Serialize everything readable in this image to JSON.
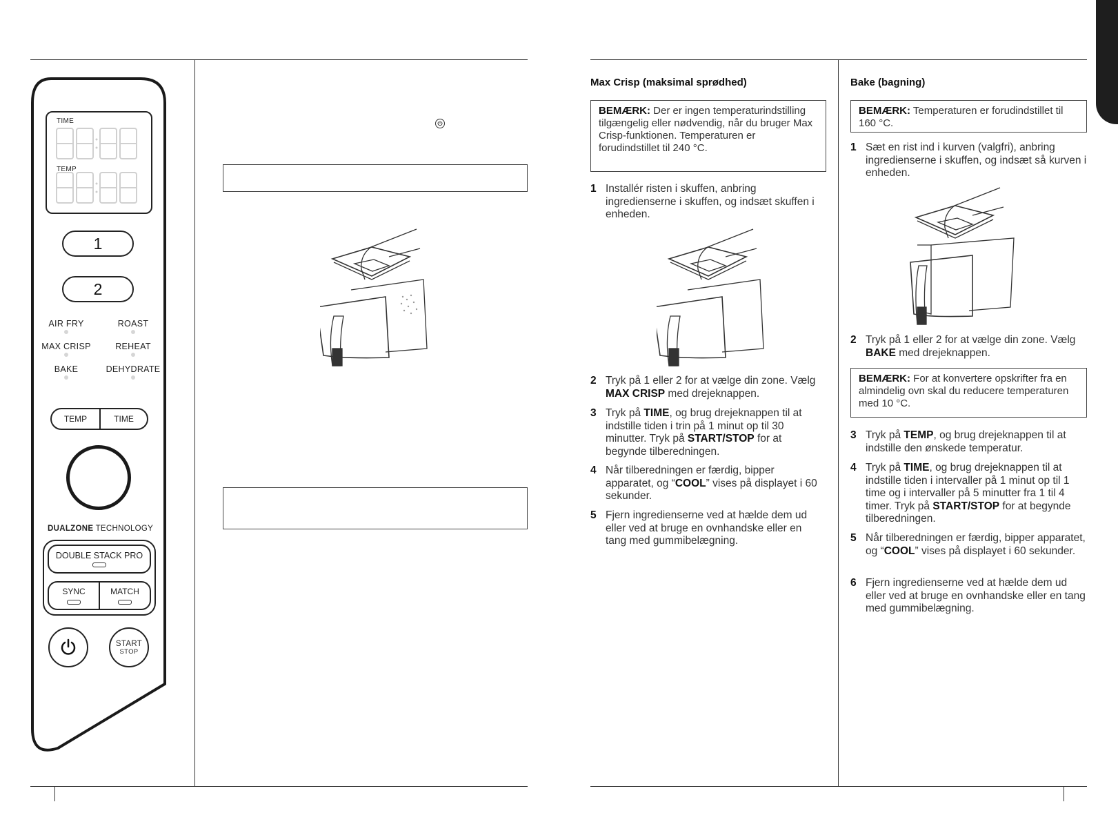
{
  "panel": {
    "display_time_label": "TIME",
    "display_temp_label": "TEMP",
    "zone_1": "1",
    "zone_2": "2",
    "functions": [
      "AIR FRY",
      "ROAST",
      "MAX CRISP",
      "REHEAT",
      "BAKE",
      "DEHYDRATE"
    ],
    "temp_button": "TEMP",
    "time_button": "TIME",
    "dualzone_label": "DUALZONE",
    "technology_label": "TECHNOLOGY",
    "double_stack_label": "DOUBLE STACK PRO",
    "sync_label": "SYNC",
    "match_label": "MATCH",
    "start_label": "START",
    "stop_label": "STOP"
  },
  "max_crisp": {
    "heading": "Max Crisp (maksimal sprødhed)",
    "note_label": "BEMÆRK:",
    "note_text": " Der er ingen temperaturindstilling tilgængelig eller nødvendig, når du bruger Max Crisp-funktionen. Temperaturen er forudindstillet til 240 °C.",
    "steps": [
      {
        "num": "1",
        "parts": [
          "Installér risten i skuffen, anbring ingredienserne i skuffen, og indsæt skuffen i enheden."
        ]
      },
      {
        "num": "2",
        "parts": [
          "Tryk på 1 eller 2 for at vælge din zone. Vælg ",
          "MAX CRISP",
          " med drejeknappen."
        ]
      },
      {
        "num": "3",
        "parts": [
          "Tryk på ",
          "TIME",
          ", og brug drejeknappen til at indstille tiden i trin på 1 minut op til 30 minutter. Tryk på ",
          "START/STOP",
          " for at begynde tilberedningen."
        ]
      },
      {
        "num": "4",
        "parts": [
          "Når tilberedningen er færdig, bipper apparatet, og “",
          "COOL",
          "” vises på displayet i 60 sekunder."
        ]
      },
      {
        "num": "5",
        "parts": [
          "Fjern ingredienserne ved at hælde dem ud eller ved at bruge en ovnhandske eller en tang med gummibelægning."
        ]
      }
    ]
  },
  "bake": {
    "heading": "Bake (bagning)",
    "note1_label": "BEMÆRK:",
    "note1_text": " Temperaturen er forudindstillet til 160 °C.",
    "note2_label": "BEMÆRK:",
    "note2_text": " For at konvertere opskrifter fra en almindelig ovn skal du reducere temperaturen med 10 °C.",
    "steps": [
      {
        "num": "1",
        "parts": [
          "Sæt en rist ind i kurven (valgfri), anbring ingredienserne i skuffen, og indsæt så kurven i enheden."
        ]
      },
      {
        "num": "2",
        "parts": [
          "Tryk på 1 eller 2 for at vælge din zone. Vælg ",
          "BAKE",
          " med drejeknappen."
        ]
      },
      {
        "num": "3",
        "parts": [
          "Tryk på ",
          "TEMP",
          ", og brug drejeknappen til at indstille den ønskede temperatur."
        ]
      },
      {
        "num": "4",
        "parts": [
          "Tryk på ",
          "TIME",
          ", og brug drejeknappen til at indstille tiden i intervaller på 1 minut op til 1 time og i intervaller på 5 minutter fra 1 til 4 timer. Tryk på ",
          "START/STOP",
          " for at begynde tilberedningen."
        ]
      },
      {
        "num": "5",
        "parts": [
          "Når tilberedningen er færdig, bipper apparatet, og “",
          "COOL",
          "” vises på displayet i 60 sekunder."
        ]
      },
      {
        "num": "6",
        "parts": [
          "Fjern ingredienserne ved at hælde dem ud eller ved at bruge en ovnhandske eller en tang med gummibelægning."
        ]
      }
    ]
  },
  "icons": [
    "power-icon",
    "air-fryer-basket-illustration"
  ]
}
